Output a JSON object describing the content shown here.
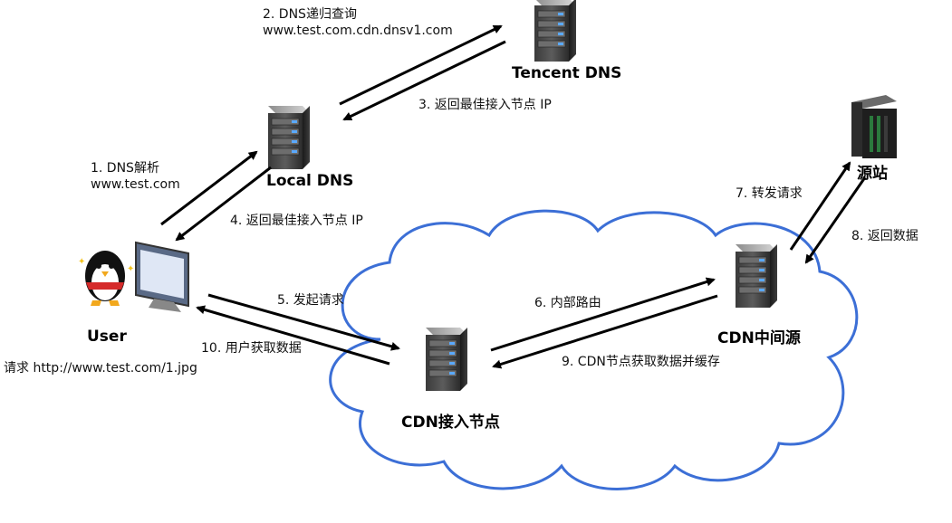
{
  "nodes": {
    "tencent_dns": "Tencent DNS",
    "local_dns": "Local DNS",
    "user": "User",
    "origin": "源站",
    "cdn_mid": "CDN中间源",
    "cdn_edge": "CDN接入节点"
  },
  "steps": {
    "s1_line1": "1.   DNS解析",
    "s1_line2": "www.test.com",
    "s2_line1": "2. DNS递归查询",
    "s2_line2": "www.test.com.cdn.dnsv1.com",
    "s3": "3. 返回最佳接入节点 IP",
    "s4": "4. 返回最佳接入节点 IP",
    "s5": "5. 发起请求",
    "s6": "6. 内部路由",
    "s7": "7. 转发请求",
    "s8": "8. 返回数据",
    "s9": "9. CDN节点获取数据并缓存",
    "s10": "10. 用户获取数据"
  },
  "user_request": "请求 http://www.test.com/1.jpg",
  "icons": [
    "server-icon",
    "mainframe-icon",
    "penguin-icon",
    "monitor-icon",
    "cloud-icon"
  ],
  "colors": {
    "cloud_stroke": "#3c6fd6",
    "arrow": "#000000"
  }
}
